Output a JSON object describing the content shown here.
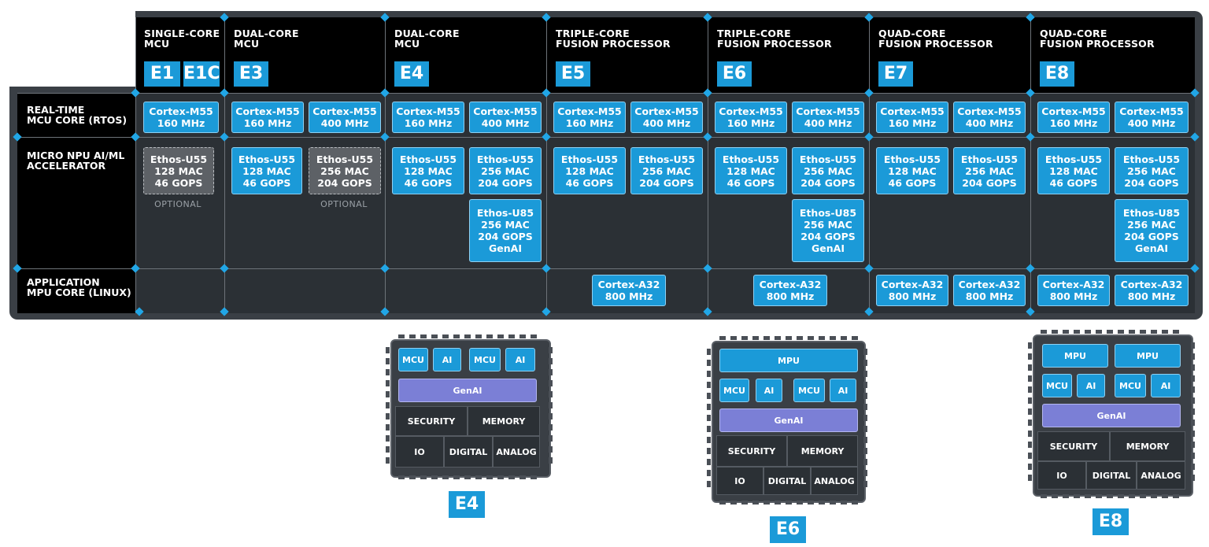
{
  "columns": [
    {
      "title_1": "SINGLE-CORE",
      "title_2": "MCU",
      "badges": [
        "E1",
        "E1C"
      ]
    },
    {
      "title_1": "DUAL-CORE",
      "title_2": "MCU",
      "badges": [
        "E3"
      ]
    },
    {
      "title_1": "DUAL-CORE",
      "title_2": "MCU",
      "badges": [
        "E4"
      ]
    },
    {
      "title_1": "TRIPLE-CORE",
      "title_2": "FUSION PROCESSOR",
      "badges": [
        "E5"
      ]
    },
    {
      "title_1": "TRIPLE-CORE",
      "title_2": "FUSION PROCESSOR",
      "badges": [
        "E6"
      ]
    },
    {
      "title_1": "QUAD-CORE",
      "title_2": "FUSION PROCESSOR",
      "badges": [
        "E7"
      ]
    },
    {
      "title_1": "QUAD-CORE",
      "title_2": "FUSION PROCESSOR",
      "badges": [
        "E8"
      ]
    }
  ],
  "rows": [
    {
      "line_1": "REAL-TIME",
      "line_2": "MCU CORE (RTOS)"
    },
    {
      "line_1": "MICRO NPU AI/ML",
      "line_2": "ACCELERATOR"
    },
    {
      "line_1": "APPLICATION",
      "line_2": "MPU CORE (LINUX)"
    }
  ],
  "labels": {
    "m55_160": [
      "Cortex-M55",
      "160 MHz"
    ],
    "m55_400": [
      "Cortex-M55",
      "400 MHz"
    ],
    "u55_128": [
      "Ethos-U55",
      "128 MAC",
      "46 GOPS"
    ],
    "u55_256": [
      "Ethos-U55",
      "256 MAC",
      "204 GOPS"
    ],
    "u85": [
      "Ethos-U85",
      "256 MAC",
      "204 GOPS",
      "GenAI"
    ],
    "a32": [
      "Cortex-A32",
      "800 MHz"
    ],
    "optional": "OPTIONAL"
  },
  "chips": {
    "mcu": "MCU",
    "ai": "AI",
    "mpu": "MPU",
    "genai": "GenAI",
    "security": "SECURITY",
    "memory": "MEMORY",
    "io": "IO",
    "digital": "DIGITAL",
    "analog": "ANALOG",
    "tag_e4": "E4",
    "tag_e6": "E6",
    "tag_e8": "E8"
  },
  "colors": {
    "accent": "#1b9ad8",
    "genai": "#7b7fd6",
    "frame": "#3a3f45"
  }
}
